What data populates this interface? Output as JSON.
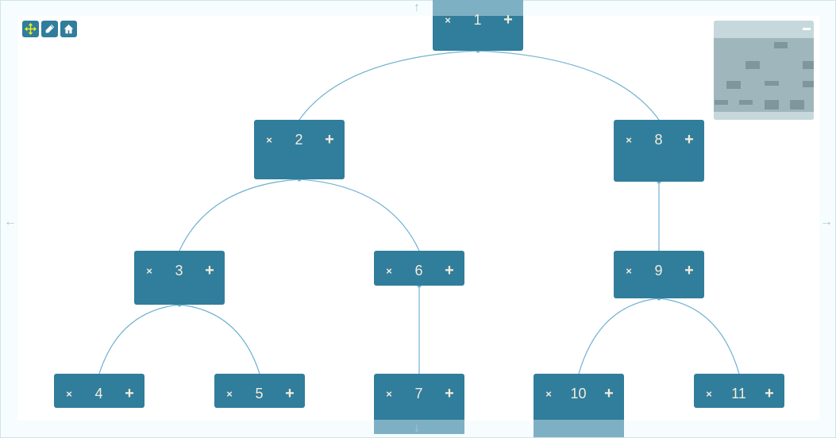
{
  "toolbar": {
    "icons": [
      "move-icon",
      "pencil-icon",
      "home-icon"
    ]
  },
  "colors": {
    "node": "#317d9c",
    "node_text": "#f3ecd8",
    "edge": "#6fb2d1",
    "highlight_strip": "#7eb0c4",
    "move_icon": "#e6f21a"
  },
  "nav": {
    "up": "↑",
    "down": "↓",
    "left": "←",
    "right": "→"
  },
  "node_controls": {
    "remove": "×",
    "add": "+"
  },
  "tree": {
    "nodes": [
      {
        "id": "1",
        "label": "1"
      },
      {
        "id": "2",
        "label": "2"
      },
      {
        "id": "8",
        "label": "8"
      },
      {
        "id": "3",
        "label": "3"
      },
      {
        "id": "6",
        "label": "6"
      },
      {
        "id": "9",
        "label": "9"
      },
      {
        "id": "4",
        "label": "4"
      },
      {
        "id": "5",
        "label": "5"
      },
      {
        "id": "7",
        "label": "7"
      },
      {
        "id": "10",
        "label": "10"
      },
      {
        "id": "11",
        "label": "11"
      }
    ],
    "edges": [
      [
        "1",
        "2"
      ],
      [
        "1",
        "8"
      ],
      [
        "2",
        "3"
      ],
      [
        "2",
        "6"
      ],
      [
        "8",
        "9"
      ],
      [
        "3",
        "4"
      ],
      [
        "3",
        "5"
      ],
      [
        "6",
        "7"
      ],
      [
        "9",
        "10"
      ],
      [
        "9",
        "11"
      ]
    ]
  },
  "minimap": {
    "collapse_icon": "minus-icon"
  }
}
